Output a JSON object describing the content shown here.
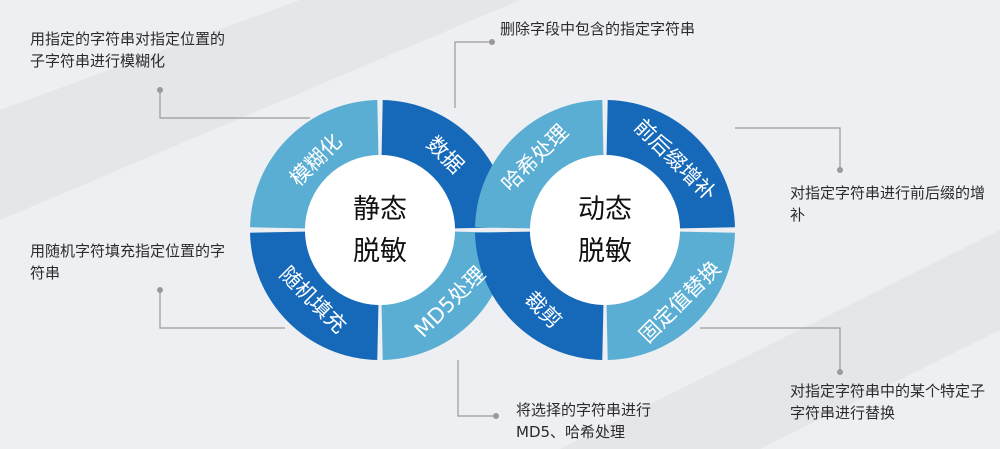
{
  "colors": {
    "background": "#eeeff2",
    "dark_blue": "#1669b8",
    "light_blue": "#5aaed3",
    "connector": "#9a9a9a",
    "hub_fill": "#ffffff",
    "text": "#2b2b2b"
  },
  "static_masking": {
    "hub_line1": "静态",
    "hub_line2": "脱敏",
    "segments": {
      "fuzzy": "模糊化",
      "data": "数据",
      "random_fill": "随机填充",
      "md5": "MD5处理"
    }
  },
  "dynamic_masking": {
    "hub_line1": "动态",
    "hub_line2": "脱敏",
    "segments": {
      "hash": "哈希处理",
      "affix": "前后缀增补",
      "crop": "裁剪",
      "fixed_replace": "固定值替换"
    }
  },
  "notes": {
    "fuzzy": "用指定的字符串对指定位置的子字符串进行模糊化",
    "delete": "删除字段中包含的指定字符串",
    "random_fill": "用随机字符填充指定位置的字符串",
    "affix": "对指定字符串进行前后缀的增补",
    "md5": "将选择的字符串进行MD5、哈希处理",
    "replace": "对指定字符串中的某个特定子字符串进行替换"
  }
}
